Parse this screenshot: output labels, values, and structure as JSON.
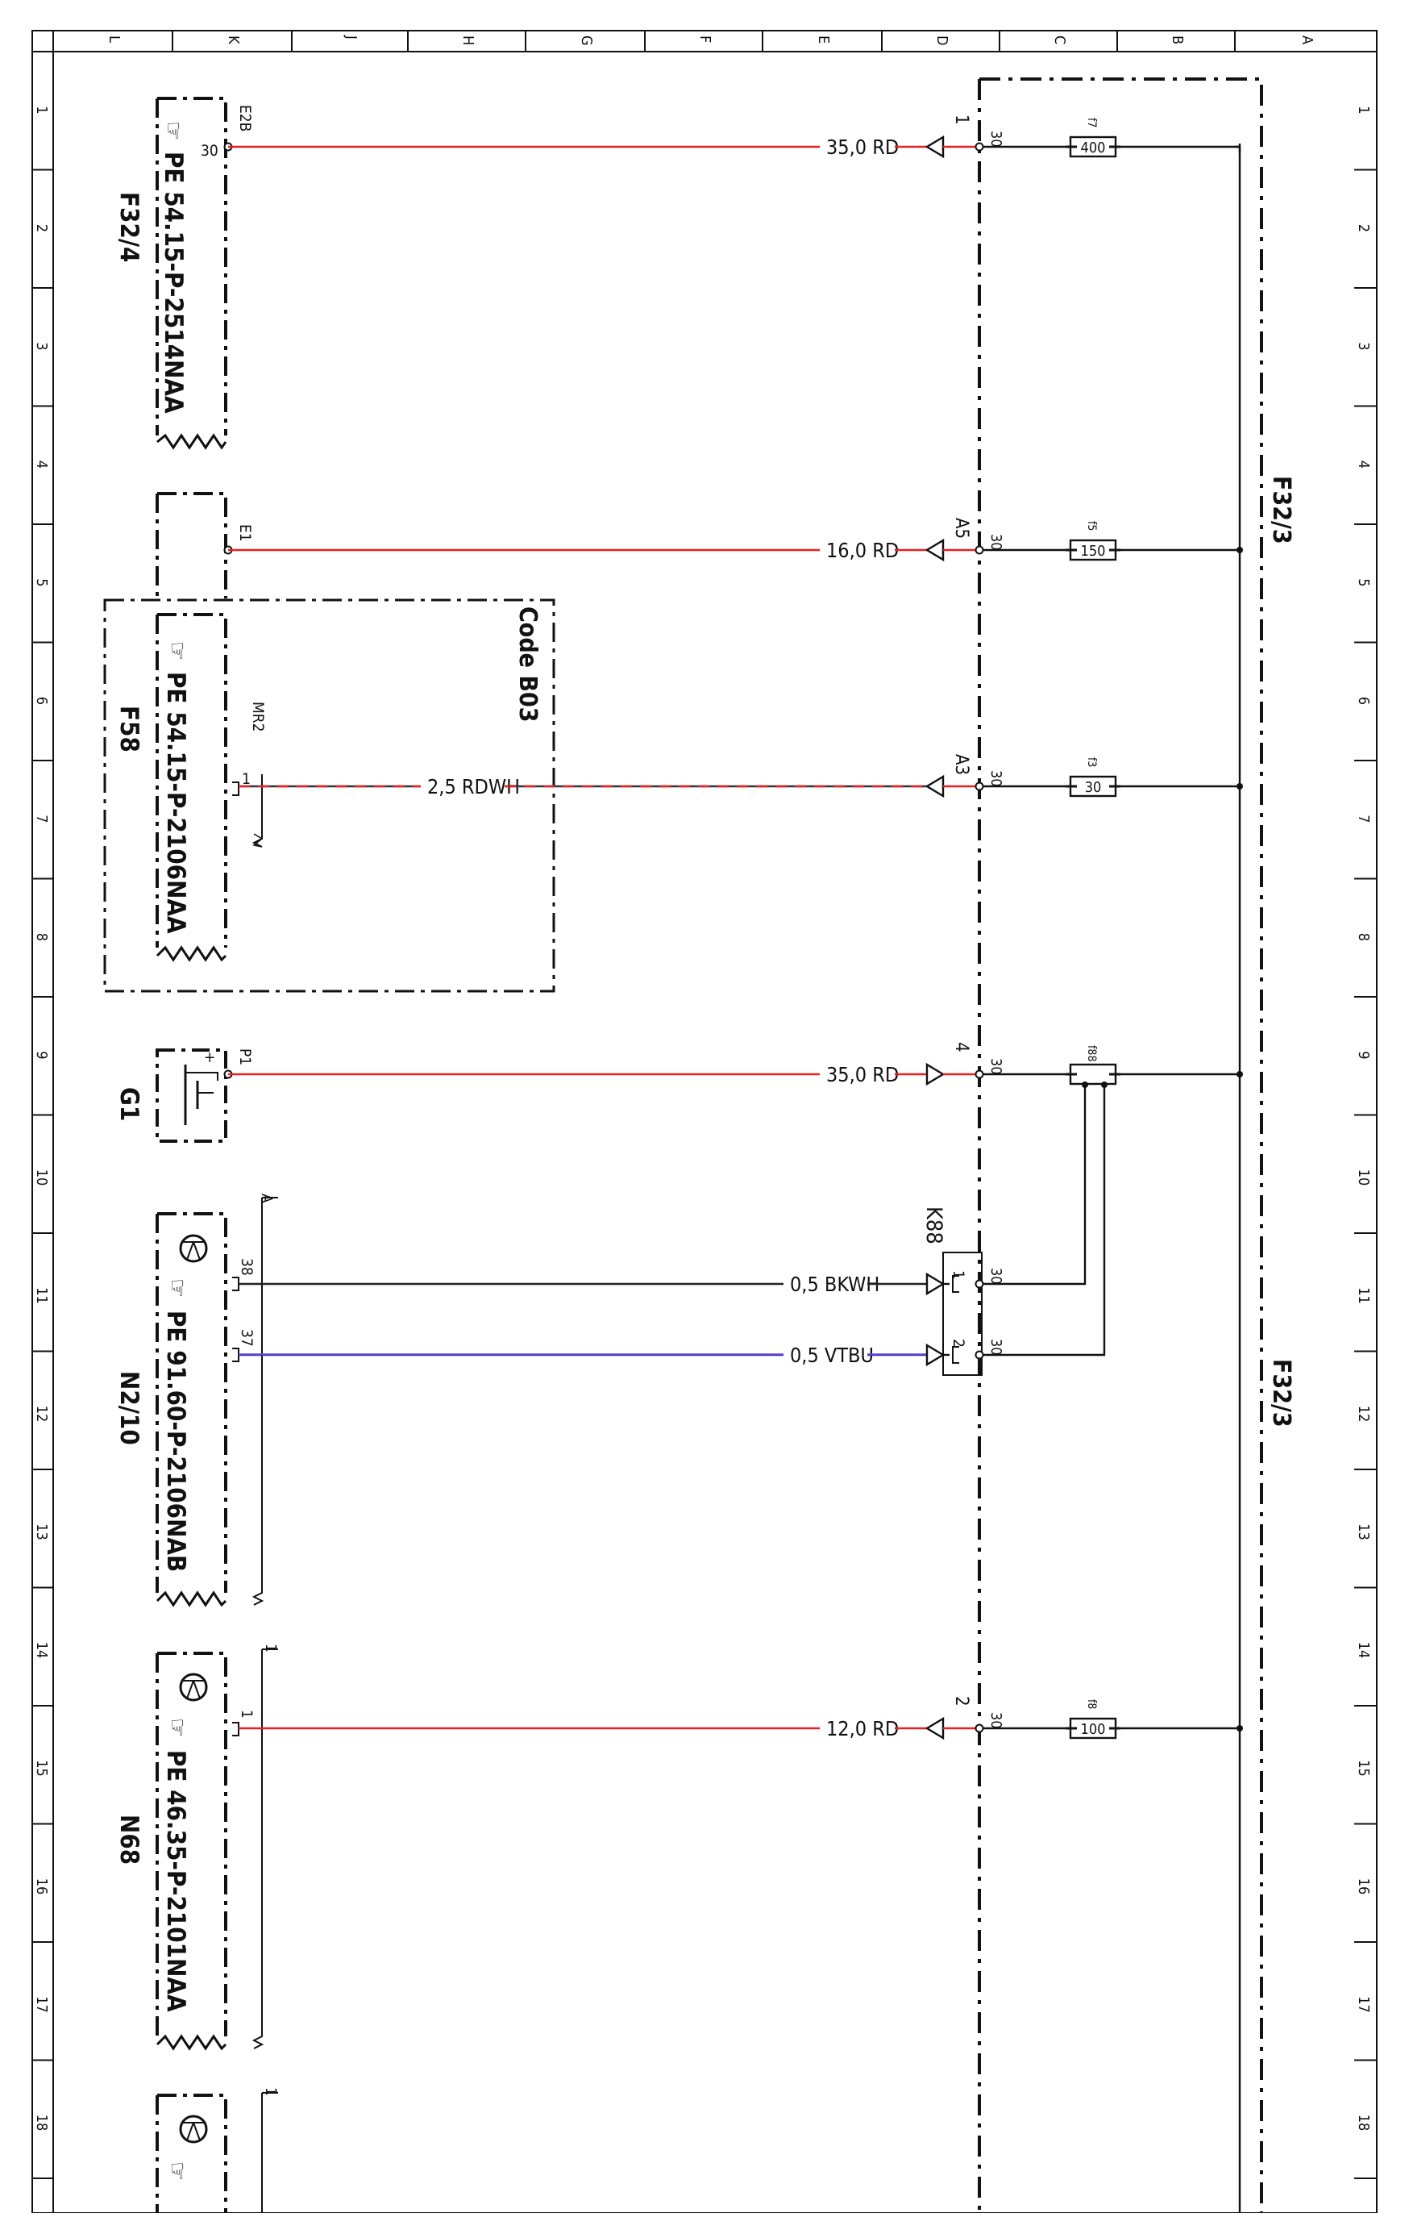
{
  "frame": {
    "top_columns": [
      "L",
      "K",
      "J",
      "H",
      "G",
      "F",
      "E",
      "D",
      "C",
      "B",
      "A"
    ],
    "rows": [
      "1",
      "2",
      "3",
      "4",
      "5",
      "6",
      "7",
      "8",
      "9",
      "10",
      "11",
      "12",
      "13",
      "14",
      "15",
      "16",
      "17",
      "18"
    ]
  },
  "components": {
    "f32_3_labels": [
      "F32/3",
      "F32/3"
    ],
    "f32_4": {
      "id": "F32/4",
      "ref": "PE 54.15-P-2514NAA",
      "pin": "30",
      "conn": "E2B"
    },
    "f58": {
      "id": "F58",
      "ref": "PE 54.15-P-2106NAA",
      "code": "Code B03",
      "conn": "MR2",
      "pin": "1"
    },
    "e1": {
      "conn": "E1"
    },
    "g1": {
      "id": "G1",
      "conn": "P1",
      "plus": "+"
    },
    "n2_10": {
      "id": "N2/10",
      "ref": "PE 91.60-P-2106NAB",
      "conn": "A",
      "pin_a": "38",
      "pin_b": "37"
    },
    "n68": {
      "id": "N68",
      "ref": "PE 46.35-P-2101NAA",
      "conn": "1",
      "pin": "1"
    },
    "bottom": {
      "conn": "1"
    },
    "k88": {
      "id": "K88",
      "pin1": "1",
      "pin2": "2"
    }
  },
  "wires": [
    {
      "label": "35,0 RD",
      "terminal": "1",
      "pin": "30",
      "color": "#e8201f"
    },
    {
      "label": "16,0 RD",
      "terminal": "A5",
      "pin": "30",
      "color": "#e8201f"
    },
    {
      "label": "2,5 RDWH",
      "terminal": "A3",
      "pin": "30",
      "color": "#e8201f"
    },
    {
      "label": "35,0 RD",
      "terminal": "4",
      "pin": "30",
      "color": "#e8201f"
    },
    {
      "label": "0,5 BKWH",
      "terminal": "",
      "pin": "30",
      "color": "#222222"
    },
    {
      "label": "0,5 VTBU",
      "terminal": "",
      "pin": "30",
      "color": "#7a3fd0"
    },
    {
      "label": "12,0 RD",
      "terminal": "2",
      "pin": "30",
      "color": "#e8201f"
    }
  ],
  "fuses": [
    {
      "name": "f7",
      "value": "400"
    },
    {
      "name": "f5",
      "value": "150"
    },
    {
      "name": "f3",
      "value": "30"
    },
    {
      "name": "f88",
      "value": ""
    },
    {
      "name": "f8",
      "value": "100"
    }
  ],
  "colors": {
    "red": "#e8201f",
    "violet": "#7a3fd0",
    "blue": "#2a3fc8",
    "line": "#111111"
  }
}
